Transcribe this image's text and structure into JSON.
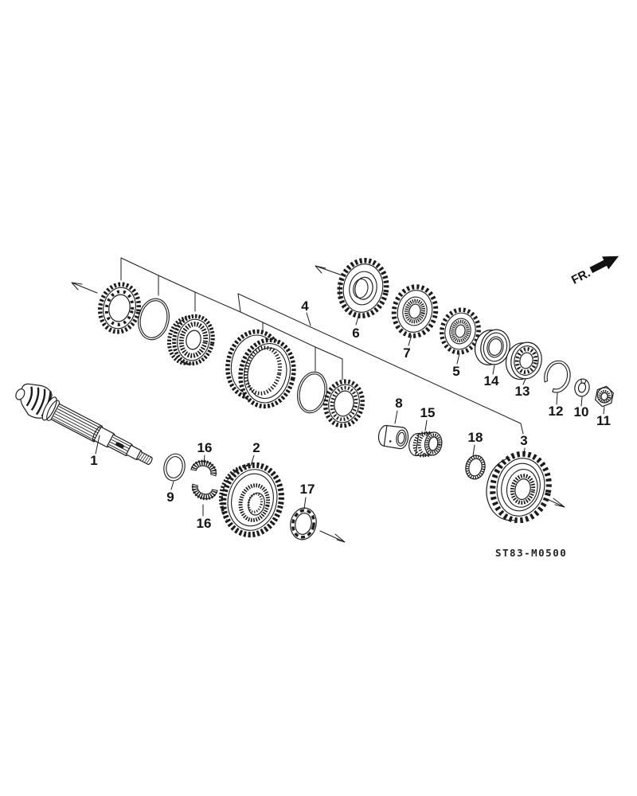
{
  "diagram": {
    "code": "ST83-M0500",
    "fr_label": "FR.",
    "background_color": "#ffffff",
    "line_color": "#1c1c1c"
  },
  "callouts": [
    {
      "label": "1"
    },
    {
      "label": "9"
    },
    {
      "label": "16"
    },
    {
      "label": "16"
    },
    {
      "label": "2"
    },
    {
      "label": "17"
    },
    {
      "label": "4"
    },
    {
      "label": "6"
    },
    {
      "label": "7"
    },
    {
      "label": "5"
    },
    {
      "label": "8"
    },
    {
      "label": "15"
    },
    {
      "label": "18"
    },
    {
      "label": "3"
    },
    {
      "label": "14"
    },
    {
      "label": "13"
    },
    {
      "label": "12"
    },
    {
      "label": "10"
    },
    {
      "label": "11"
    }
  ]
}
